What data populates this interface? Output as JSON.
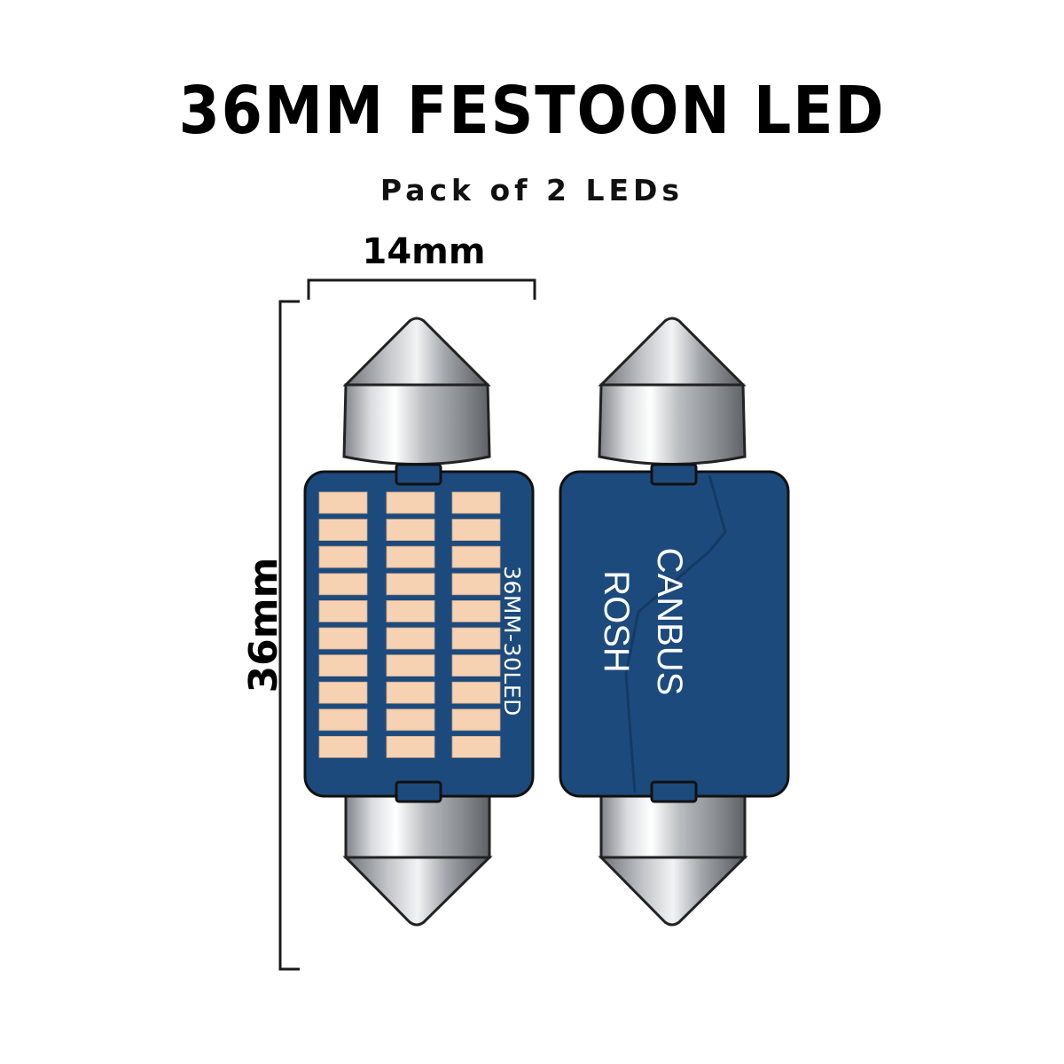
{
  "title": "36MM FESTOON LED",
  "subtitle": "Pack of 2 LEDs",
  "dimensions": {
    "width_label": "14mm",
    "length_label": "36mm"
  },
  "front_lamp": {
    "board_text": "36MM-30LED",
    "led_rows": 10,
    "led_columns": 3
  },
  "back_lamp": {
    "board_text_line1": "CANBUS",
    "board_text_line2": "ROSH"
  },
  "colors": {
    "board": "#1d4a7c",
    "led": "#f6d2b3",
    "metal": "#b9bcc0",
    "line": "#1a1a1a"
  },
  "icons": [
    "festoon-led-front-icon",
    "festoon-led-back-icon",
    "dimension-bracket-icon"
  ]
}
